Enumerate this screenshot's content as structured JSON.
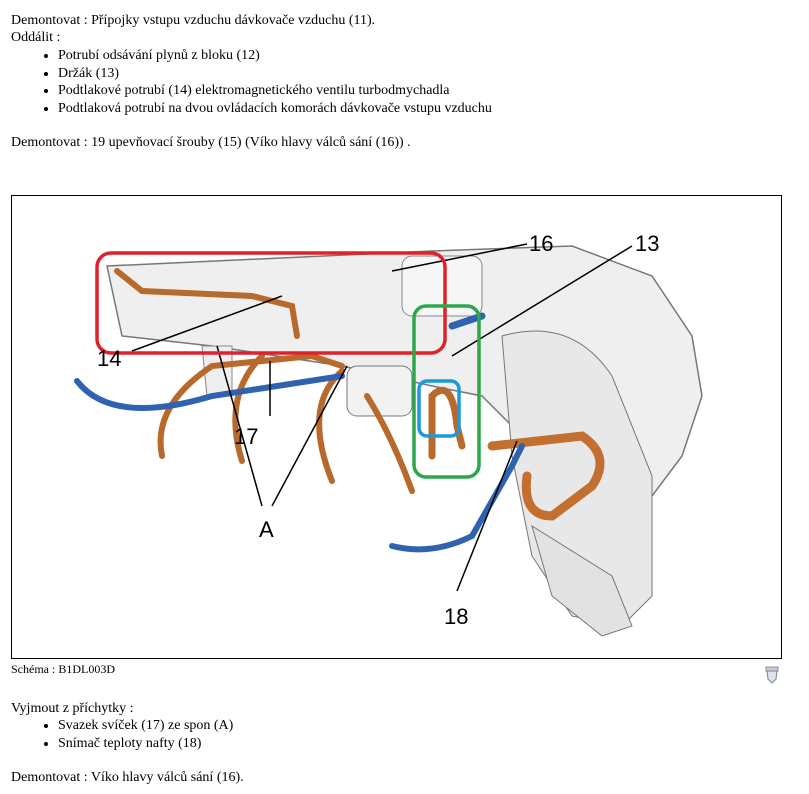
{
  "step1": "Demontovat : Přípojky vstupu vzduchu dávkovače vzduchu (11).",
  "step2": "Oddálit :",
  "list1": [
    "Potrubí odsávání plynů z bloku (12)",
    "Držák (13)",
    "Podtlakové potrubí (14) elektromagnetického ventilu turbodmychadla",
    "Podtlaková potrubí na dvou ovládacích komorách dávkovače vstupu vzduchu"
  ],
  "step3": "Demontovat : 19 upevňovací šrouby (15) (Víko hlavy válců sání (16)) .",
  "figure": {
    "labels": {
      "l16": "16",
      "l13": "13",
      "l14": "14",
      "l17": "17",
      "lA": "A",
      "l18": "18"
    },
    "highlight_colors": {
      "red": "#e0202a",
      "green": "#2aa84a",
      "blue": "#1a9ad8"
    },
    "caption": "Schéma : B1DL003D",
    "print_icon": "print-icon"
  },
  "step4": "Vyjmout z příchytky :",
  "list2": [
    "Svazek svíček (17) ze spon (A)",
    "Snímač teploty nafty (18)"
  ],
  "step5": "Demontovat : Víko hlavy válců sání (16)."
}
